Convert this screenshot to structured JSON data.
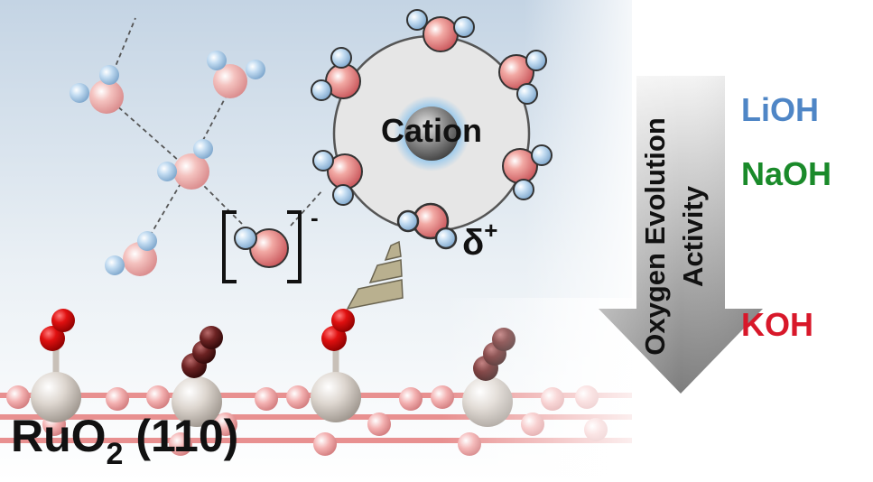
{
  "cation_label": "Cation",
  "delta_label": "δ",
  "delta_sign": "+",
  "hydroxide_charge": "-",
  "surface_label": {
    "prefix": "RuO",
    "subscript": "2",
    "facet": " (110)"
  },
  "arrow_label": {
    "line1": "Oxygen Evolution",
    "line2": "Activity"
  },
  "electrolytes": [
    {
      "label": "LiOH",
      "color": "#4f86c6"
    },
    {
      "label": "NaOH",
      "color": "#1a8a2a"
    },
    {
      "label": "KOH",
      "color": "#d8182a"
    }
  ],
  "colors": {
    "oxygen": "#e8837f",
    "hydrogen": "#a9cdeb",
    "ruthenium": "#d8d2cb",
    "terminal_oxygen": "#dd1111",
    "bridging_oxygen": "#5a1a1a",
    "arrow": "#9b9b9b",
    "cation_shell": "#e6e6e6",
    "cation_core": "#6a6a6a",
    "cone": "#b9b08f"
  }
}
